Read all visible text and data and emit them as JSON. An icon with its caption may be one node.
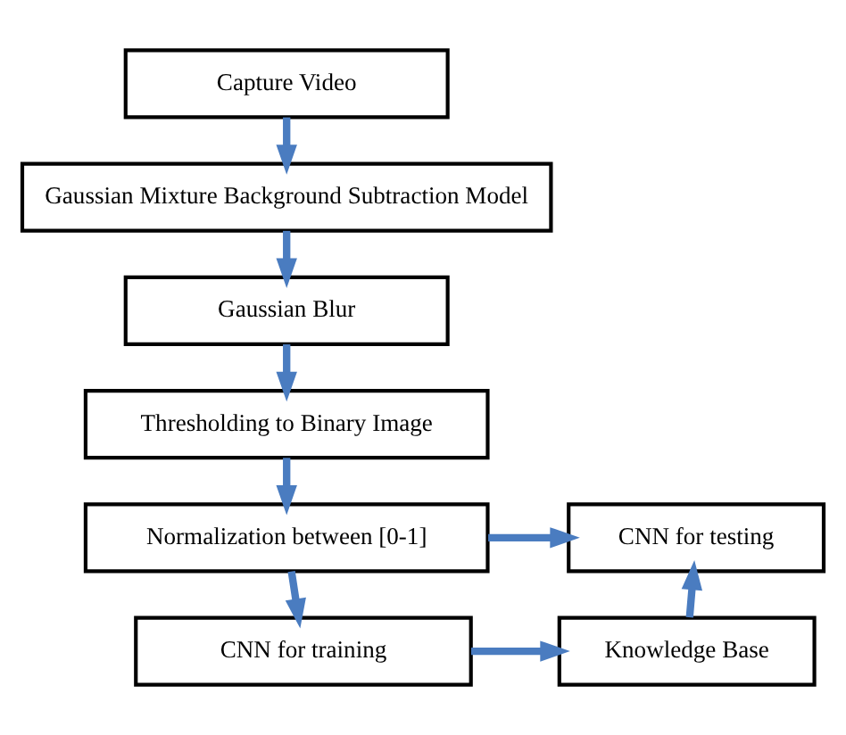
{
  "diagram": {
    "nodes": [
      {
        "text": [
          "Capture Video"
        ]
      },
      {
        "text": [
          "Gaussian Mixture Background Subtraction Model"
        ]
      },
      {
        "text": [
          "Gaussian Blur"
        ]
      },
      {
        "text": [
          "Thresholding to Binary Image"
        ]
      },
      {
        "text": [
          "Normalization between [0-1]"
        ]
      },
      {
        "text": [
          "CNN for testing"
        ]
      },
      {
        "text": [
          "CNN for training"
        ]
      },
      {
        "text": [
          "Knowledge Base"
        ]
      }
    ],
    "edges": [
      {
        "from": 0,
        "to": 1,
        "arrow": "to"
      },
      {
        "from": 1,
        "to": 2,
        "arrow": "to"
      },
      {
        "from": 2,
        "to": 3,
        "arrow": "to"
      },
      {
        "from": 3,
        "to": 4,
        "arrow": "to"
      },
      {
        "from": 4,
        "to": 5,
        "arrow": "to"
      },
      {
        "from": 4,
        "to": 6,
        "arrow": "to"
      },
      {
        "from": 6,
        "to": 7,
        "arrow": "to"
      },
      {
        "from": 7,
        "to": 5,
        "arrow": "to"
      }
    ]
  }
}
